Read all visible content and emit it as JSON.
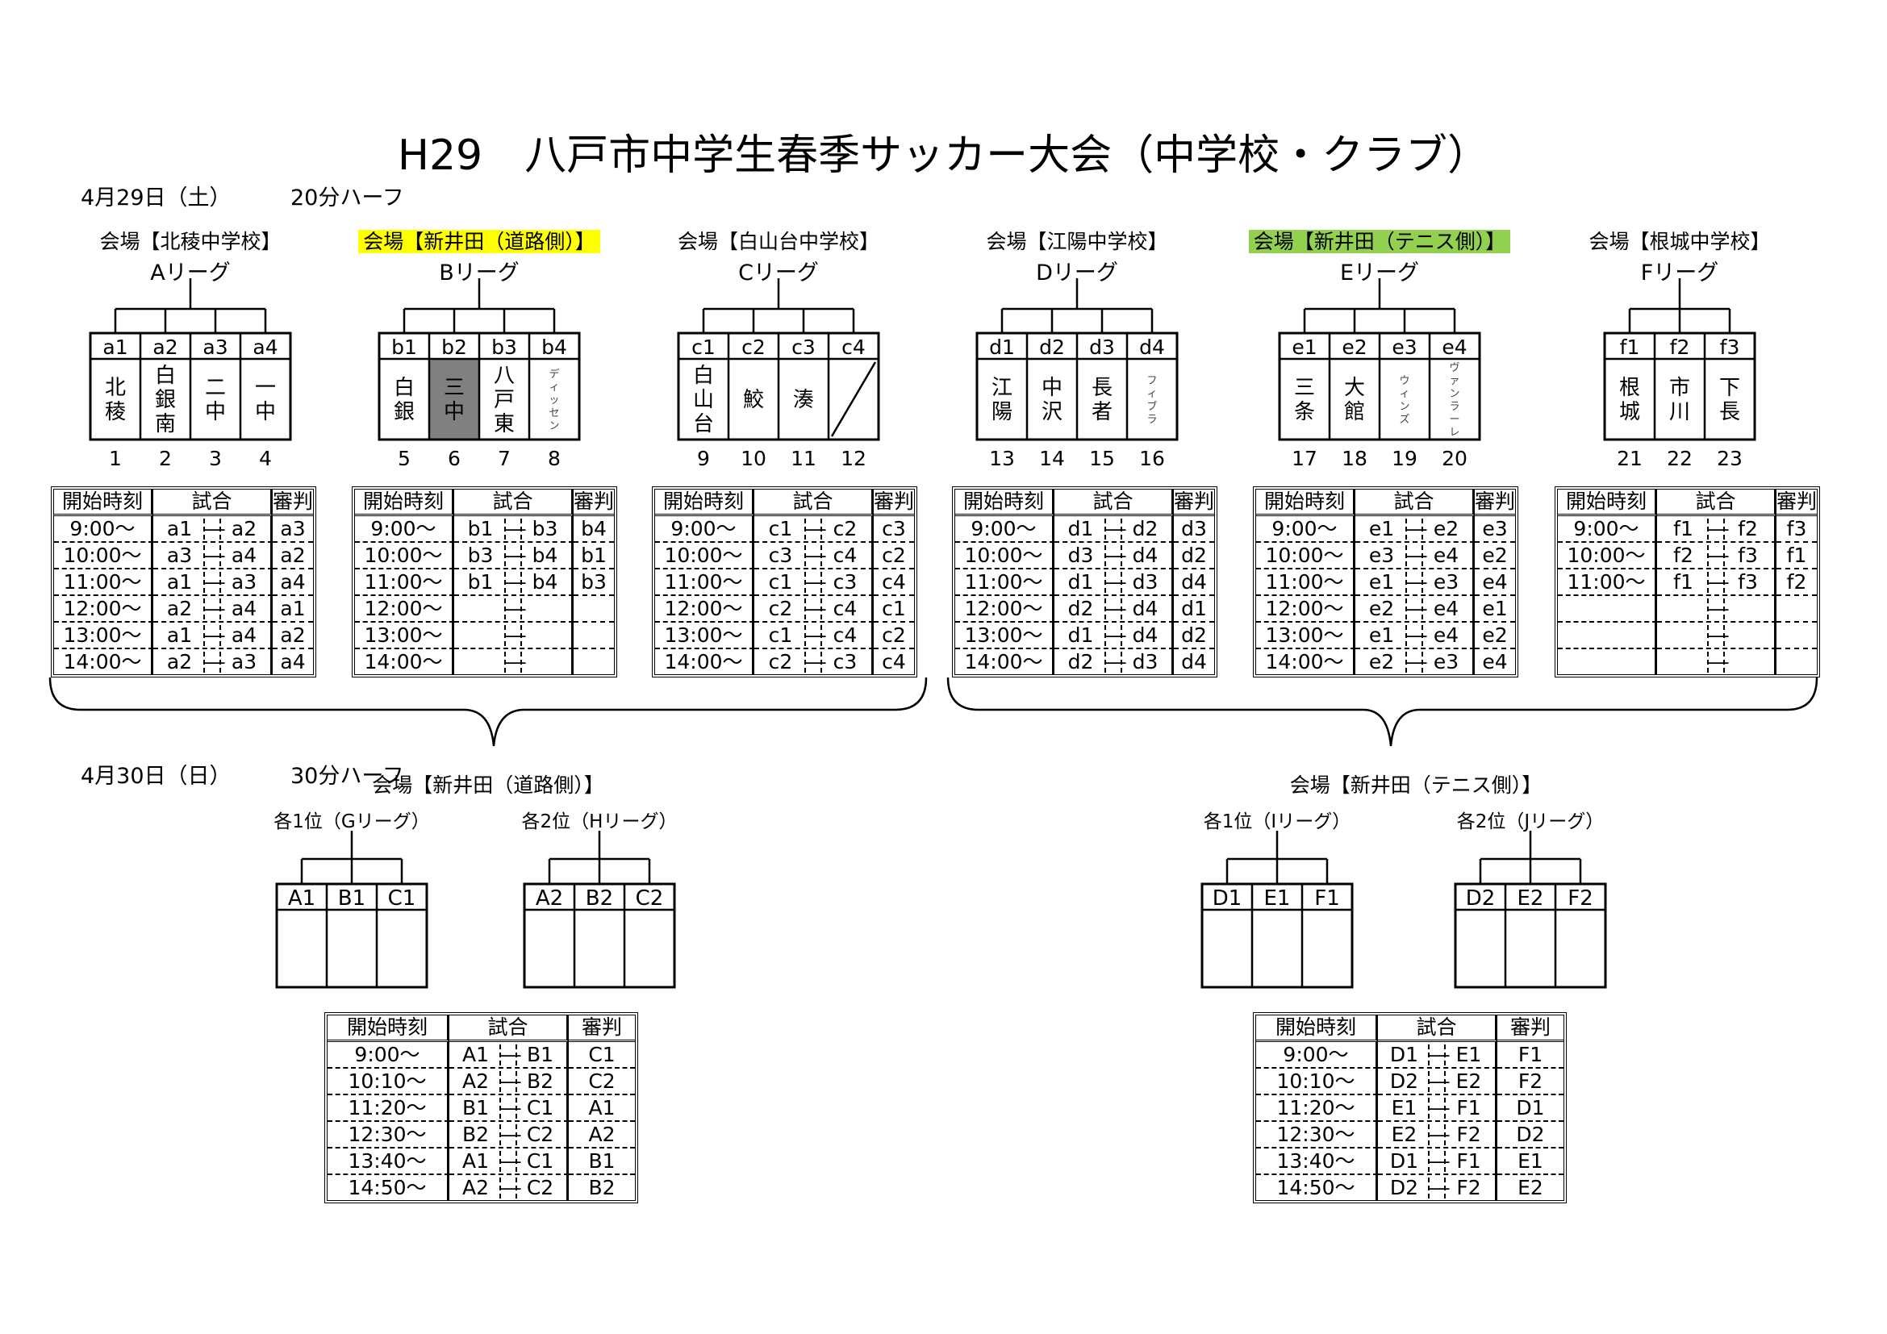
{
  "title": "H29　八戸市中学生春季サッカー大会（中学校・クラブ）",
  "day1": {
    "date": "4月29日（土）",
    "format": "20分ハーフ",
    "leagues": [
      {
        "venue": "会場【北稜中学校】",
        "name": "Aリーグ",
        "highlight": null,
        "codes": [
          "a1",
          "a2",
          "a3",
          "a4"
        ],
        "teams": [
          {
            "name": "北稜"
          },
          {
            "name": "白銀南"
          },
          {
            "name": "二中"
          },
          {
            "name": "一中"
          }
        ],
        "nums": [
          "1",
          "2",
          "3",
          "4"
        ],
        "schedule": [
          {
            "time": "9:00～",
            "home": "a1",
            "away": "a2",
            "ref": "a3"
          },
          {
            "time": "10:00～",
            "home": "a3",
            "away": "a4",
            "ref": "a2"
          },
          {
            "time": "11:00～",
            "home": "a1",
            "away": "a3",
            "ref": "a4"
          },
          {
            "time": "12:00～",
            "home": "a2",
            "away": "a4",
            "ref": "a1"
          },
          {
            "time": "13:00～",
            "home": "a1",
            "away": "a4",
            "ref": "a2"
          },
          {
            "time": "14:00～",
            "home": "a2",
            "away": "a3",
            "ref": "a4"
          }
        ]
      },
      {
        "venue": "会場【新井田（道路側）】",
        "name": "Bリーグ",
        "highlight": "#ffff00",
        "codes": [
          "b1",
          "b2",
          "b3",
          "b4"
        ],
        "teams": [
          {
            "name": "白銀"
          },
          {
            "name": "三中",
            "shaded": true
          },
          {
            "name": "八戸東"
          },
          {
            "name": "ディッセン",
            "small": true
          }
        ],
        "nums": [
          "5",
          "6",
          "7",
          "8"
        ],
        "schedule": [
          {
            "time": "9:00～",
            "home": "b1",
            "away": "b3",
            "ref": "b4"
          },
          {
            "time": "10:00～",
            "home": "b3",
            "away": "b4",
            "ref": "b1"
          },
          {
            "time": "11:00～",
            "home": "b1",
            "away": "b4",
            "ref": "b3"
          },
          {
            "time": "12:00～",
            "home": "",
            "away": "",
            "ref": ""
          },
          {
            "time": "13:00～",
            "home": "",
            "away": "",
            "ref": ""
          },
          {
            "time": "14:00～",
            "home": "",
            "away": "",
            "ref": ""
          }
        ]
      },
      {
        "venue": "会場【白山台中学校】",
        "name": "Cリーグ",
        "highlight": null,
        "codes": [
          "c1",
          "c2",
          "c3",
          "c4"
        ],
        "teams": [
          {
            "name": "白山台"
          },
          {
            "name": "鮫"
          },
          {
            "name": "湊"
          },
          {
            "name": "",
            "slash": true
          }
        ],
        "nums": [
          "9",
          "10",
          "11",
          "12"
        ],
        "schedule": [
          {
            "time": "9:00～",
            "home": "c1",
            "away": "c2",
            "ref": "c3"
          },
          {
            "time": "10:00～",
            "home": "c3",
            "away": "c4",
            "ref": "c2"
          },
          {
            "time": "11:00～",
            "home": "c1",
            "away": "c3",
            "ref": "c4"
          },
          {
            "time": "12:00～",
            "home": "c2",
            "away": "c4",
            "ref": "c1"
          },
          {
            "time": "13:00～",
            "home": "c1",
            "away": "c4",
            "ref": "c2"
          },
          {
            "time": "14:00～",
            "home": "c2",
            "away": "c3",
            "ref": "c4"
          }
        ]
      },
      {
        "venue": "会場【江陽中学校】",
        "name": "Dリーグ",
        "highlight": null,
        "codes": [
          "d1",
          "d2",
          "d3",
          "d4"
        ],
        "teams": [
          {
            "name": "江陽"
          },
          {
            "name": "中沢"
          },
          {
            "name": "長者"
          },
          {
            "name": "フィブラ",
            "small": true
          }
        ],
        "nums": [
          "13",
          "14",
          "15",
          "16"
        ],
        "schedule": [
          {
            "time": "9:00～",
            "home": "d1",
            "away": "d2",
            "ref": "d3"
          },
          {
            "time": "10:00～",
            "home": "d3",
            "away": "d4",
            "ref": "d2"
          },
          {
            "time": "11:00～",
            "home": "d1",
            "away": "d3",
            "ref": "d4"
          },
          {
            "time": "12:00～",
            "home": "d2",
            "away": "d4",
            "ref": "d1"
          },
          {
            "time": "13:00～",
            "home": "d1",
            "away": "d4",
            "ref": "d2"
          },
          {
            "time": "14:00～",
            "home": "d2",
            "away": "d3",
            "ref": "d4"
          }
        ]
      },
      {
        "venue": "会場【新井田（テニス側）】",
        "name": "Eリーグ",
        "highlight": "#92d050",
        "codes": [
          "e1",
          "e2",
          "e3",
          "e4"
        ],
        "teams": [
          {
            "name": "三条"
          },
          {
            "name": "大館"
          },
          {
            "name": "ウィンズ",
            "small": true
          },
          {
            "name": "ヴァンラーレ",
            "small": true
          }
        ],
        "nums": [
          "17",
          "18",
          "19",
          "20"
        ],
        "schedule": [
          {
            "time": "9:00～",
            "home": "e1",
            "away": "e2",
            "ref": "e3"
          },
          {
            "time": "10:00～",
            "home": "e3",
            "away": "e4",
            "ref": "e2"
          },
          {
            "time": "11:00～",
            "home": "e1",
            "away": "e3",
            "ref": "e4"
          },
          {
            "time": "12:00～",
            "home": "e2",
            "away": "e4",
            "ref": "e1"
          },
          {
            "time": "13:00～",
            "home": "e1",
            "away": "e4",
            "ref": "e2"
          },
          {
            "time": "14:00～",
            "home": "e2",
            "away": "e3",
            "ref": "e4"
          }
        ]
      },
      {
        "venue": "会場【根城中学校】",
        "name": "Fリーグ",
        "highlight": null,
        "codes": [
          "f1",
          "f2",
          "f3"
        ],
        "teams": [
          {
            "name": "根城"
          },
          {
            "name": "市川"
          },
          {
            "name": "下長"
          }
        ],
        "nums": [
          "21",
          "22",
          "23"
        ],
        "schedule": [
          {
            "time": "9:00～",
            "home": "f1",
            "away": "f2",
            "ref": "f3"
          },
          {
            "time": "10:00～",
            "home": "f2",
            "away": "f3",
            "ref": "f1"
          },
          {
            "time": "11:00～",
            "home": "f1",
            "away": "f3",
            "ref": "f2"
          },
          {
            "time": "",
            "home": "",
            "away": "",
            "ref": ""
          },
          {
            "time": "",
            "home": "",
            "away": "",
            "ref": ""
          },
          {
            "time": "",
            "home": "",
            "away": "",
            "ref": ""
          }
        ]
      }
    ]
  },
  "headers": {
    "time": "開始時刻",
    "match": "試合",
    "ref": "審判"
  },
  "dash": "―",
  "day2": {
    "date": "4月30日（日）",
    "format": "30分ハーフ",
    "venues": [
      {
        "venue": "会場【新井田（道路側）】",
        "groups": [
          {
            "label": "各1位（Gリーグ）",
            "codes": [
              "A1",
              "B1",
              "C1"
            ]
          },
          {
            "label": "各2位（Hリーグ）",
            "codes": [
              "A2",
              "B2",
              "C2"
            ]
          }
        ],
        "schedule": [
          {
            "time": "9:00～",
            "home": "A1",
            "away": "B1",
            "ref": "C1"
          },
          {
            "time": "10:10～",
            "home": "A2",
            "away": "B2",
            "ref": "C2"
          },
          {
            "time": "11:20～",
            "home": "B1",
            "away": "C1",
            "ref": "A1"
          },
          {
            "time": "12:30～",
            "home": "B2",
            "away": "C2",
            "ref": "A2"
          },
          {
            "time": "13:40～",
            "home": "A1",
            "away": "C1",
            "ref": "B1"
          },
          {
            "time": "14:50～",
            "home": "A2",
            "away": "C2",
            "ref": "B2"
          }
        ]
      },
      {
        "venue": "会場【新井田（テニス側）】",
        "groups": [
          {
            "label": "各1位（Iリーグ）",
            "codes": [
              "D1",
              "E1",
              "F1"
            ]
          },
          {
            "label": "各2位（Jリーグ）",
            "codes": [
              "D2",
              "E2",
              "F2"
            ]
          }
        ],
        "schedule": [
          {
            "time": "9:00～",
            "home": "D1",
            "away": "E1",
            "ref": "F1"
          },
          {
            "time": "10:10～",
            "home": "D2",
            "away": "E2",
            "ref": "F2"
          },
          {
            "time": "11:20～",
            "home": "E1",
            "away": "F1",
            "ref": "D1"
          },
          {
            "time": "12:30～",
            "home": "E2",
            "away": "F2",
            "ref": "D2"
          },
          {
            "time": "13:40～",
            "home": "D1",
            "away": "F1",
            "ref": "E1"
          },
          {
            "time": "14:50～",
            "home": "D2",
            "away": "F2",
            "ref": "E2"
          }
        ]
      }
    ]
  }
}
